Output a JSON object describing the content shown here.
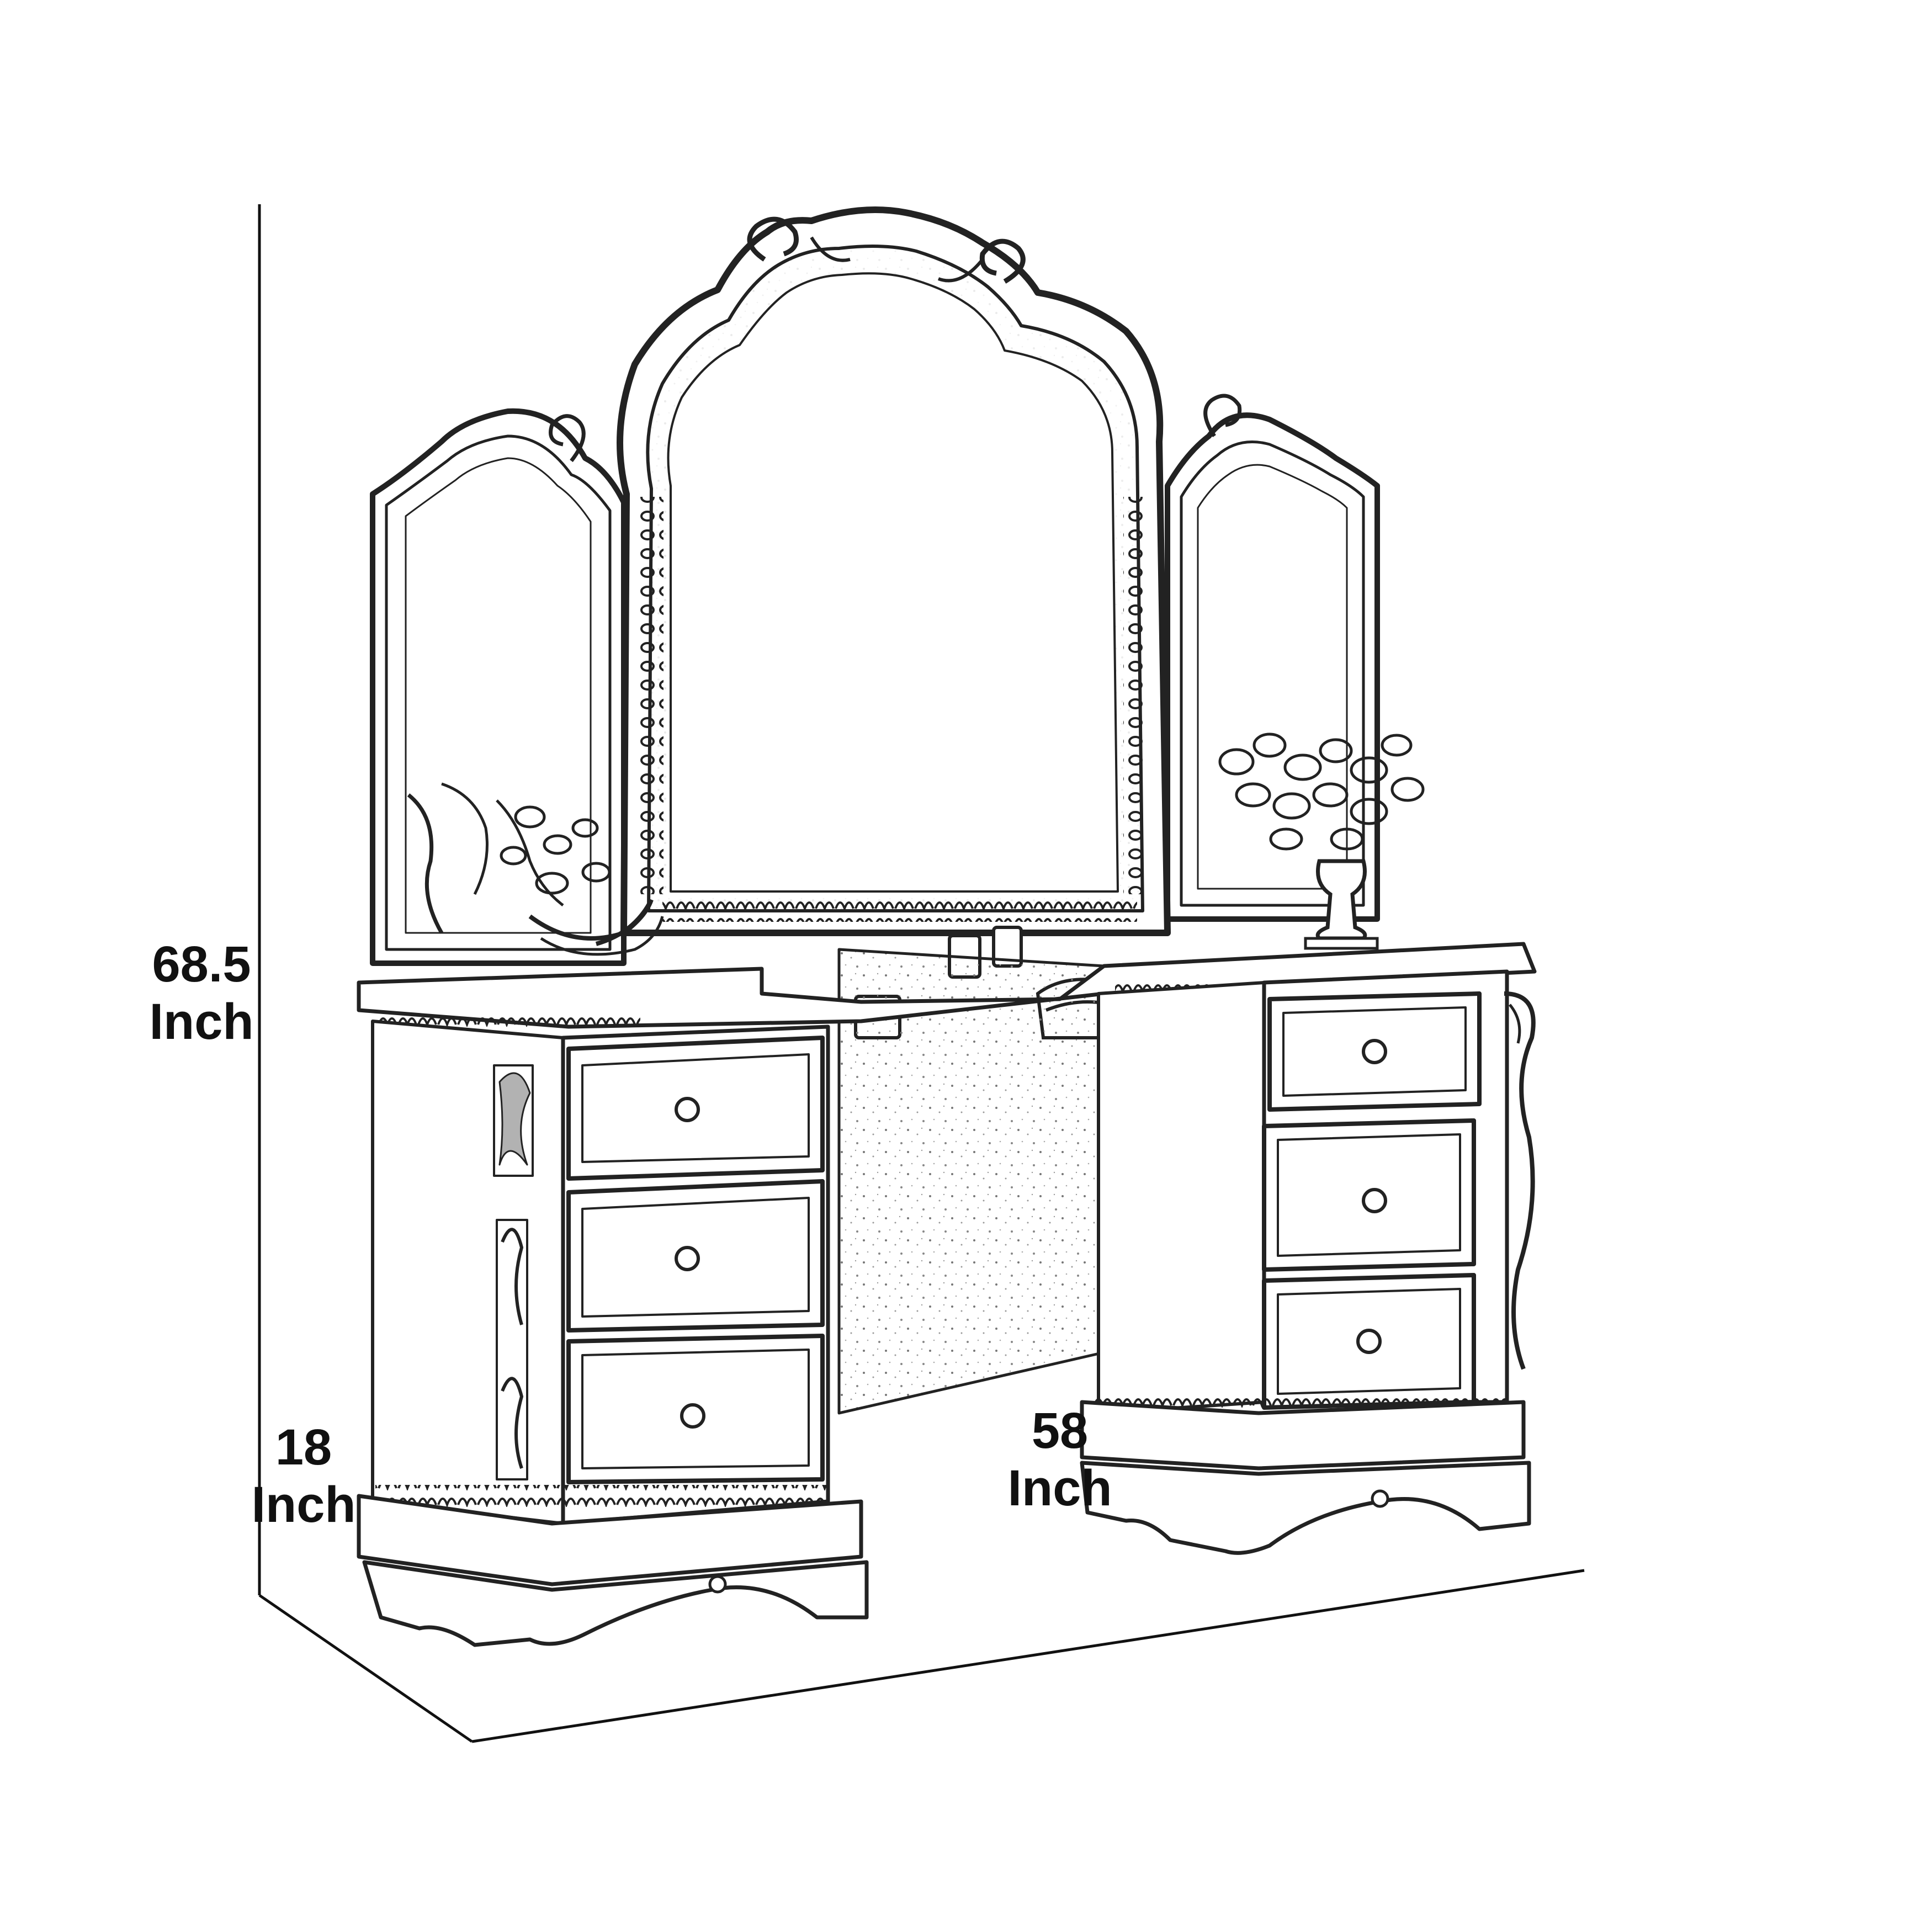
{
  "dimensions": {
    "height": {
      "value": "68.5",
      "unit": "Inch"
    },
    "depth": {
      "value": "18",
      "unit": "Inch"
    },
    "width": {
      "value": "58",
      "unit": "Inch"
    }
  },
  "colors": {
    "line": "#111111",
    "background": "#ffffff",
    "stipple": "#555555"
  }
}
